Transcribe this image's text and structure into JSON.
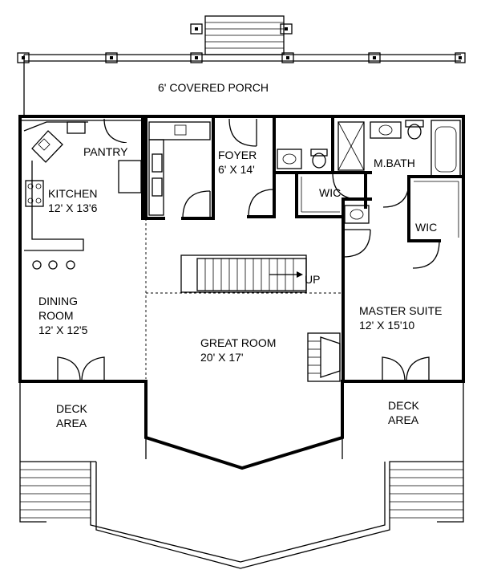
{
  "rooms": {
    "porch": "6' COVERED PORCH",
    "pantry": "PANTRY",
    "kitchen_name": "KITCHEN",
    "kitchen_size": "12' X 13'6",
    "foyer_name": "FOYER",
    "foyer_size": "6' X 14'",
    "mbath": "M.BATH",
    "wic_upper": "WIC",
    "wic_right": "WIC",
    "up": "UP",
    "dining_name_1": "DINING",
    "dining_name_2": "ROOM",
    "dining_size": "12' X 12'5",
    "master_name": "MASTER SUITE",
    "master_size": "12' X 15'10",
    "great_name": "GREAT ROOM",
    "great_size": "20' X 17'",
    "deck_left_1": "DECK",
    "deck_left_2": "AREA",
    "deck_right_1": "DECK",
    "deck_right_2": "AREA"
  }
}
